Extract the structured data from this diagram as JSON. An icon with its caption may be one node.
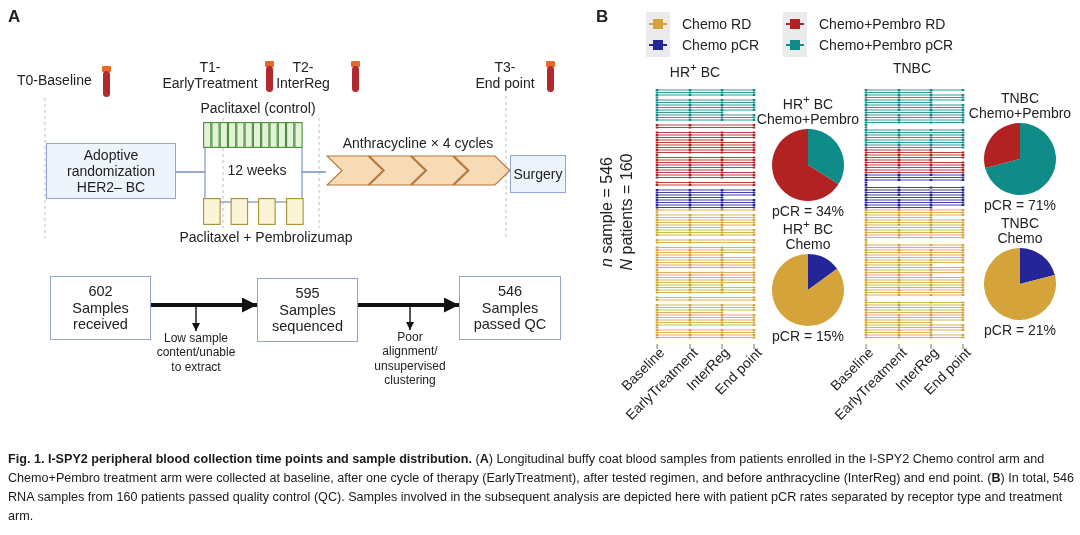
{
  "diagram": {
    "caption": "**Fig. 1. I-SPY2 peripheral blood collection time points and sample distribution.** (**A**) Longitudinal buffy coat blood samples from patients enrolled in the I-SPY2 Chemo control arm and Chemo+Pembro treatment arm were collected at baseline, after one cycle of therapy (EarlyTreatment), after tested regimen, and before anthracycline (InterReg) and end point. (**B**) In total, 546 RNA samples from 160 patients passed quality control (QC). Samples involved in the subsequent analysis are depicted here with patient pCR rates separated by receptor type and treatment arm.",
    "nodes": [
      {
        "text": [
          "Adoptive randomization HER2– BC"
        ]
      },
      {
        "text": [
          "Paclitaxel (control)"
        ]
      },
      {
        "text": [
          "Paclitaxel + Pembrolizumap"
        ]
      },
      {
        "text": [
          "Anthracycline × 4 cycles"
        ]
      },
      {
        "text": [
          "Surgery"
        ]
      },
      {
        "text": [
          "602 Samples received"
        ]
      },
      {
        "text": [
          "595 Samples sequenced"
        ]
      },
      {
        "text": [
          "546 Samples passed QC"
        ]
      },
      {
        "text": [
          "Low sample content/unable to extract"
        ]
      },
      {
        "text": [
          "Poor alignment/ unsupervised clustering"
        ]
      }
    ],
    "edges": [
      {
        "from": 0,
        "to": 1,
        "arrow": "none",
        "color": "#8fa5d2"
      },
      {
        "from": 0,
        "to": 2,
        "arrow": "none",
        "color": "#8fa5d2"
      },
      {
        "from": 1,
        "to": 3,
        "arrow": "none",
        "color": "#8fa5d2"
      },
      {
        "from": 2,
        "to": 3,
        "arrow": "none",
        "color": "#8fa5d2"
      },
      {
        "from": 5,
        "to": 6,
        "arrow": "to",
        "style": "thick",
        "color": "#111111"
      },
      {
        "from": 5,
        "to": 8,
        "arrow": "to",
        "color": "#111111"
      },
      {
        "from": 6,
        "to": 7,
        "arrow": "to",
        "style": "thick",
        "color": "#111111"
      },
      {
        "from": 6,
        "to": 9,
        "arrow": "to",
        "color": "#111111"
      }
    ],
    "labels": [
      "A",
      "T0-Baseline",
      "T1- EarlyTreatment",
      "T2- InterReg",
      "T3- End point",
      "12 weeks",
      "B",
      "HR$^{+}$ BC",
      "TNBC",
      "*n* sample = 546",
      "*N* patients = 160",
      "Baseline",
      "EarlyTreatment",
      "InterReg",
      "End point",
      "Baseline",
      "EarlyTreatment",
      "InterReg",
      "End point"
    ],
    "legend": [
      {
        "text": "Chemo RD",
        "color": "#d4a43a"
      },
      {
        "text": "Chemo+Pembro RD",
        "color": "#b22222"
      },
      {
        "text": "Chemo pCR",
        "color": "#25259a"
      },
      {
        "text": "Chemo+Pembro pCR",
        "color": "#0f8c88"
      }
    ],
    "chart_data": [
      {
        "type": "pie",
        "title": "HR$^{+}$ BC Chemo+Pembro",
        "values": [
          34,
          66
        ],
        "annotations": [
          "pCR = 34%"
        ]
      },
      {
        "type": "pie",
        "title": "TNBC Chemo+Pembro",
        "values": [
          71,
          29
        ],
        "annotations": [
          "pCR = 71%"
        ]
      },
      {
        "type": "pie",
        "title": "HR$^{+}$ BC Chemo",
        "values": [
          15,
          85
        ],
        "annotations": [
          "pCR = 15%"
        ]
      },
      {
        "type": "pie",
        "title": "TNBC Chemo",
        "values": [
          21,
          79
        ],
        "annotations": [
          "pCR = 21%"
        ]
      }
    ]
  }
}
